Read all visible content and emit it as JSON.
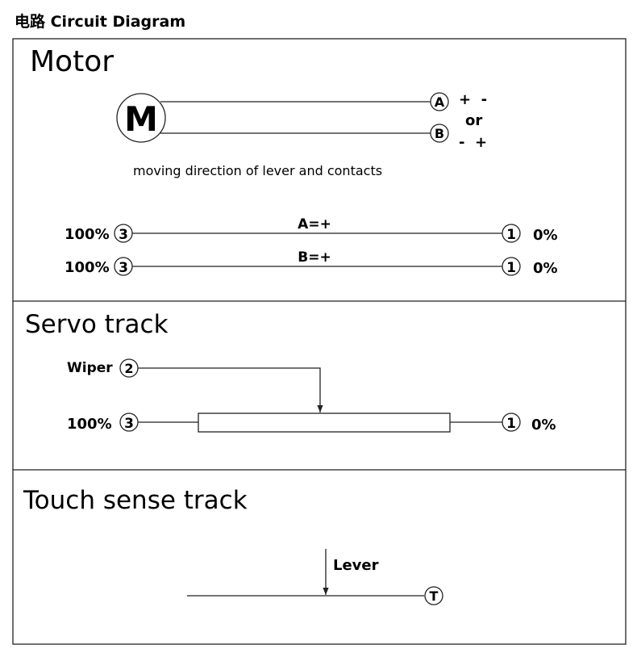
{
  "title": "电路  Circuit Diagram",
  "motor": {
    "heading": "Motor",
    "symbol": "M",
    "terminal_a": "A",
    "terminal_b": "B",
    "polarity_top": "+  -",
    "polarity_or": "or",
    "polarity_bottom": "-  +",
    "caption": "moving direction of lever and contacts",
    "rows": [
      {
        "left_label": "100%",
        "left_pin": "3",
        "mid_label": "A=+",
        "right_pin": "1",
        "right_label": "0%"
      },
      {
        "left_label": "100%",
        "left_pin": "3",
        "mid_label": "B=+",
        "right_pin": "1",
        "right_label": "0%"
      }
    ]
  },
  "servo": {
    "heading": "Servo track",
    "wiper_label": "Wiper",
    "wiper_pin": "2",
    "left_label": "100%",
    "left_pin": "3",
    "right_pin": "1",
    "right_label": "0%"
  },
  "touch": {
    "heading": "Touch sense track",
    "lever_label": "Lever",
    "pin": "T"
  }
}
